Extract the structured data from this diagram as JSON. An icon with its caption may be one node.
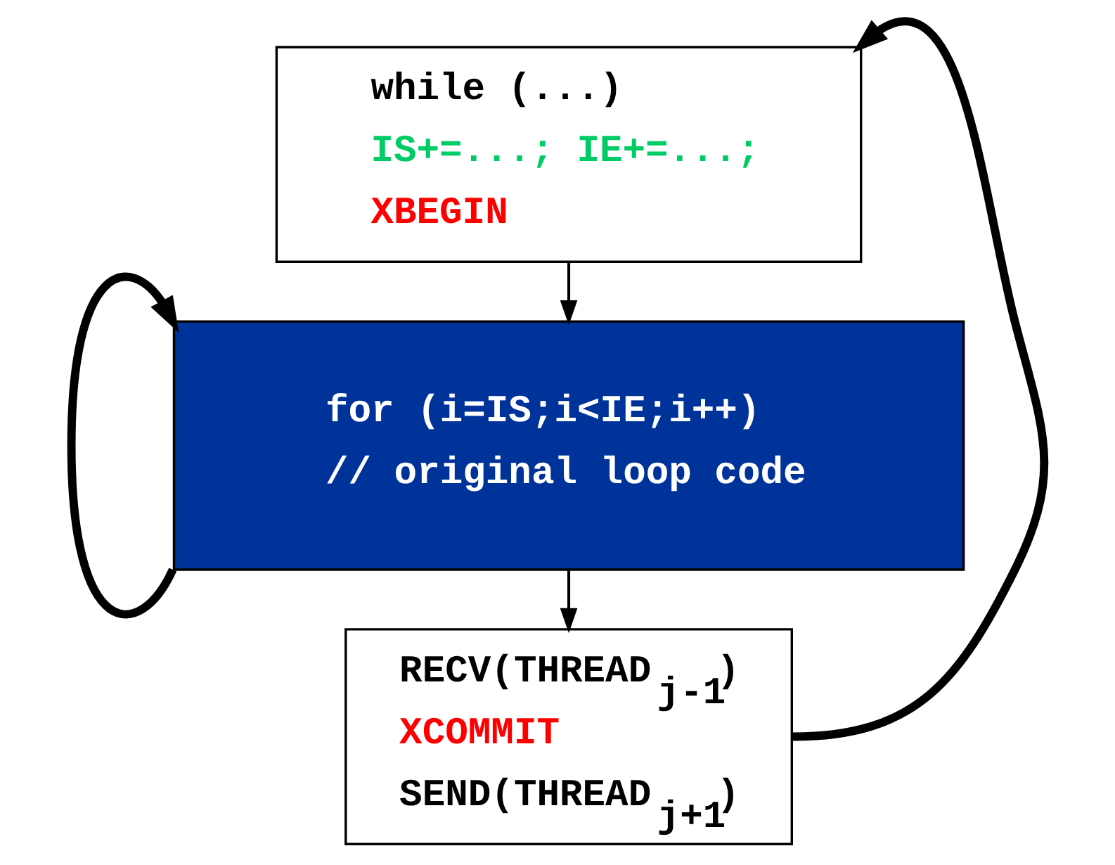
{
  "diagram": {
    "nodes": [
      {
        "text": [
          "while (...)",
          "IS+=...; IE+=...;",
          "XBEGIN"
        ]
      },
      {
        "text": [
          "for (i=IS;i<IE;i++)",
          "// original loop code"
        ]
      },
      {
        "text": [
          "RECV(THREAD$_{j-1}$)",
          "XCOMMIT",
          "SEND(THREAD$_{j+1}$)"
        ]
      }
    ],
    "edges": [
      {
        "from": 0,
        "to": 1,
        "arrow": "to"
      },
      {
        "from": 1,
        "to": 2,
        "arrow": "to"
      },
      {
        "from": 1,
        "to": 1,
        "arrow": "to",
        "style": "thick"
      },
      {
        "from": 2,
        "to": 0,
        "arrow": "to",
        "style": "thick"
      }
    ]
  }
}
